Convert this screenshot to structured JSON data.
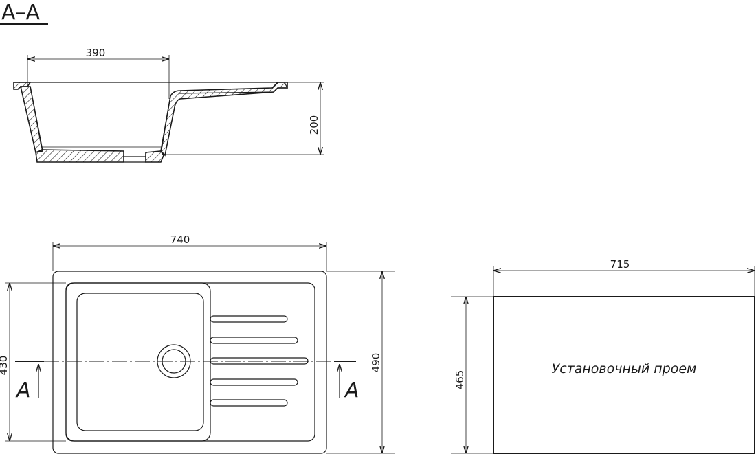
{
  "section": {
    "title": "A–A",
    "dim_width": "390",
    "dim_height": "200"
  },
  "plan": {
    "dim_width": "740",
    "dim_depth_outer": "490",
    "dim_depth_inner": "430",
    "section_mark_left": "A",
    "section_mark_right": "A"
  },
  "cutout": {
    "dim_width": "715",
    "dim_height": "465",
    "label": "Установочный проем"
  }
}
